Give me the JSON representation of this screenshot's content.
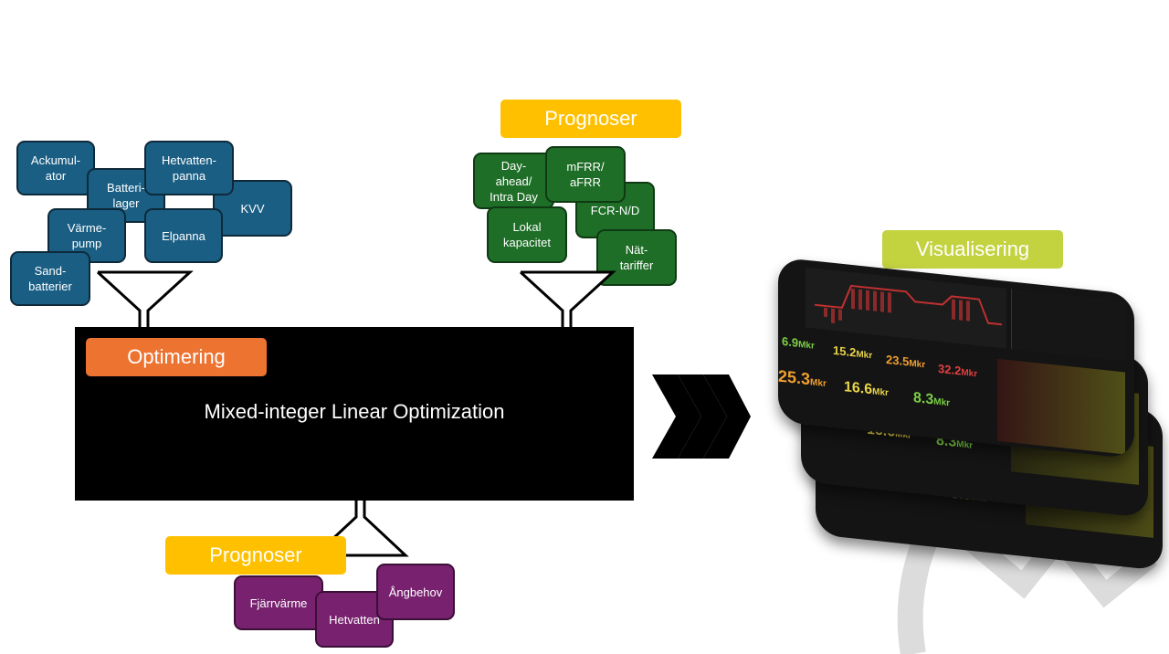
{
  "resources": {
    "items": [
      "Ackumul-\nator",
      "Batteri-\nlager",
      "Hetvatten-\npanna",
      "KVV",
      "Värme-\npump",
      "Elpanna",
      "Sand-\nbatterier"
    ]
  },
  "markets": {
    "title": "Prognoser",
    "items": [
      "Day-\nahead/\nIntra Day",
      "mFRR/\naFRR",
      "FCR-N/D",
      "Lokal\nkapacitet",
      "Nät-\ntariffer"
    ]
  },
  "optimization": {
    "label": "Optimering",
    "text": "Mixed-integer Linear Optimization"
  },
  "demand": {
    "title": "Prognoser",
    "items": [
      "Fjärrvärme",
      "Hetvatten",
      "Ångbehov"
    ]
  },
  "visualization": {
    "label": "Visualisering",
    "cards": [
      {
        "kpis": [
          "25.3",
          "16.6",
          "8.3"
        ]
      },
      {
        "kpis": [
          "25.3",
          "16.6",
          "8.3"
        ]
      },
      {
        "kpis_top": [
          "6.9",
          "15.2",
          "23.5",
          "32.2"
        ],
        "kpis": [
          "25.3",
          "16.6",
          "8.3"
        ]
      }
    ],
    "unit": "Mkr"
  },
  "colors": {
    "resource_blue": "#1a5e84",
    "market_green": "#1e6e27",
    "demand_purple": "#77216f",
    "prognoser_yellow": "#ffc000",
    "visual_lime": "#c3d23f",
    "optimering_orange": "#ed7331"
  }
}
